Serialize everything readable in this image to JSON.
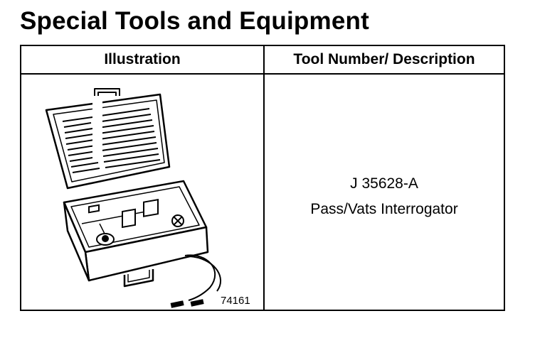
{
  "title": "Special Tools and Equipment",
  "table": {
    "headers": {
      "illustration": "Illustration",
      "description": "Tool Number/ Description"
    },
    "rows": [
      {
        "figure_number": "74161",
        "illustration_icon": "interrogator-tool-case-icon",
        "tool_number": "J 35628-A",
        "description": "Pass/Vats Interrogator"
      }
    ]
  }
}
